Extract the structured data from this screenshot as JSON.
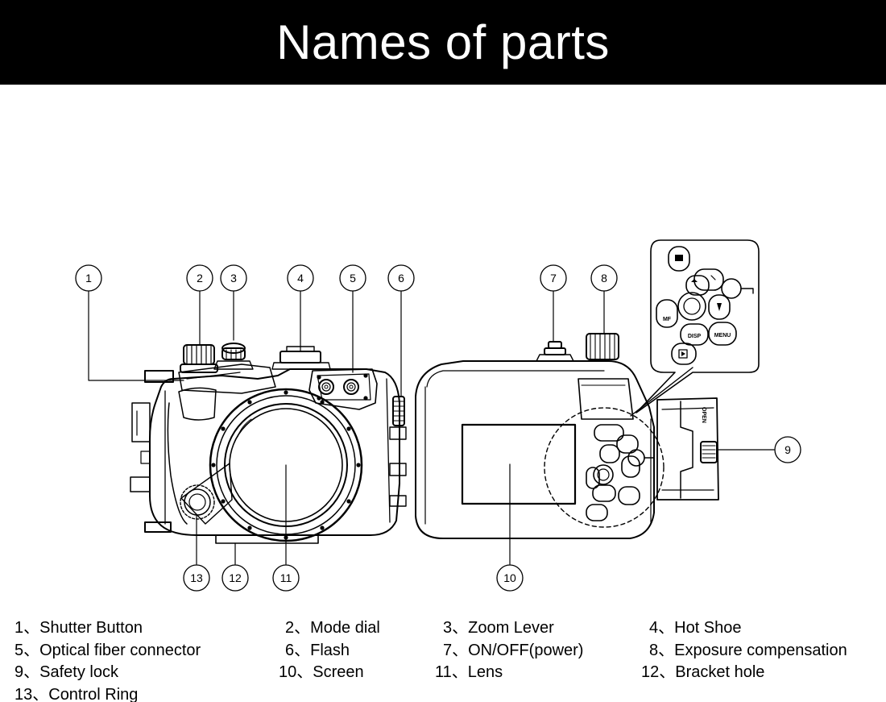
{
  "header": {
    "title": "Names of parts"
  },
  "callouts": [
    "1",
    "2",
    "3",
    "4",
    "5",
    "6",
    "7",
    "8",
    "9",
    "10",
    "11",
    "12",
    "13"
  ],
  "buttons": {
    "disp": "DISP",
    "menu": "MENU",
    "mf": "MF"
  },
  "housing_text": "OPEN",
  "legend": [
    {
      "text": "1、Shutter Button"
    },
    {
      "text": "2、Mode dial"
    },
    {
      "text": "3、Zoom Lever"
    },
    {
      "text": "4、Hot Shoe"
    },
    {
      "text": "5、Optical fiber connector"
    },
    {
      "text": "6、Flash"
    },
    {
      "text": "7、ON/OFF(power)"
    },
    {
      "text": "8、Exposure compensation"
    },
    {
      "text": "9、Safety lock"
    },
    {
      "text": "10、Screen"
    },
    {
      "text": "11、Lens"
    },
    {
      "text": "12、Bracket hole"
    },
    {
      "text": "13、Control Ring"
    }
  ]
}
